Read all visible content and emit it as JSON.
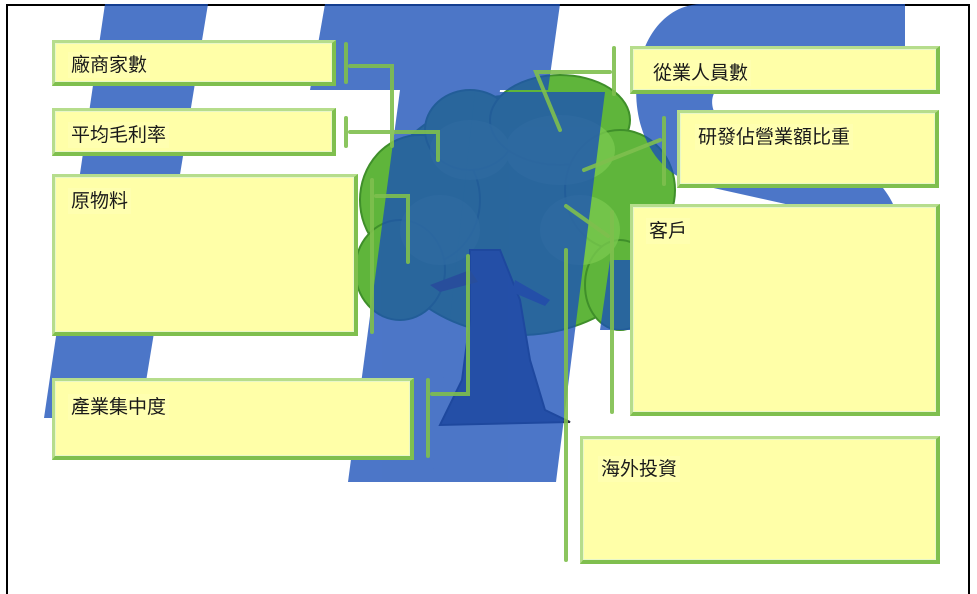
{
  "diagram": {
    "labels": {
      "firms": "廠商家數",
      "margin": "平均毛利率",
      "materials": "原物料",
      "concentration": "產業集中度",
      "employees": "從業人員數",
      "rnd": "研發佔營業額比重",
      "customers": "客戶",
      "overseas": "海外投資"
    }
  },
  "colors": {
    "box_fill": "#ffffa8",
    "box_border": "#7fbf4e",
    "logo_blue": "#1a50b8",
    "tree_foliage": "#5fb53b",
    "tree_trunk": "#4a4e6e"
  },
  "icons": {
    "logo": "itis-logo-watermark",
    "tree": "tree-illustration"
  }
}
